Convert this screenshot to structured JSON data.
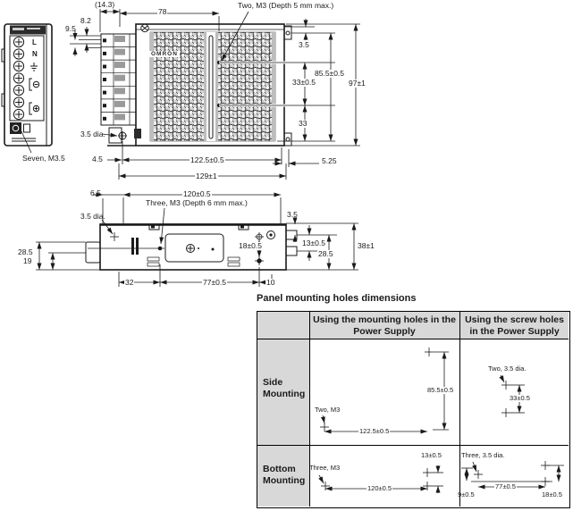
{
  "drawing": {
    "front_view": {
      "terminal_l": "L",
      "terminal_n": "N",
      "note": "Seven, M3.5"
    },
    "side_view": {
      "brand": "OMRON",
      "note": "Two, M3 (Depth 5 mm max.)",
      "dims": {
        "terminal_depth": "(14.3)",
        "hole_from_left": "78",
        "step1": "8.2",
        "step2": "9.5",
        "top_offset": "3.5",
        "hole_span_v": "85.5±0.5",
        "hole_pitch_v": "33±0.5",
        "height": "97±1",
        "lower_span": "33",
        "hole_dia": "3.5 dia.",
        "left_offset": "4.5",
        "hole_span_h": "122.5±0.5",
        "right_offset": "5.25",
        "width": "129±1"
      }
    },
    "bottom_view": {
      "note": "Three, M3 (Depth 6 mm max.)",
      "dims": {
        "left_offset": "6.5",
        "hole_span_h": "120±0.5",
        "hole_dia": "3.5 dia.",
        "top_offset": "3.5",
        "notch_pitch": "13±0.5",
        "depth": "38±1",
        "hole_pitch_v": "18±0.5",
        "front_depth": "28.5",
        "front_inner": "19",
        "rear_depth": "28.5",
        "seg1": "32",
        "seg2": "77±0.5",
        "seg3": "10"
      }
    }
  },
  "table": {
    "title": "Panel mounting holes dimensions",
    "col_headers": [
      "Using the mounting holes in the\nPower Supply",
      "Using the screw holes\nin the Power Supply"
    ],
    "row_headers": [
      "Side\nMounting",
      "Bottom\nMounting"
    ],
    "side_mounting_holes": {
      "note": "Two, M3",
      "w": "122.5±0.5",
      "h": "85.5±0.5"
    },
    "side_screw_holes": {
      "note": "Two, 3.5 dia.",
      "h": "33±0.5"
    },
    "bottom_mounting_holes": {
      "note": "Three, M3",
      "w": "120±0.5",
      "h": "13±0.5"
    },
    "bottom_screw_holes": {
      "note": "Three, 3.5 dia.",
      "w": "77±0.5",
      "left": "9±0.5",
      "right": "18±0.5"
    }
  }
}
